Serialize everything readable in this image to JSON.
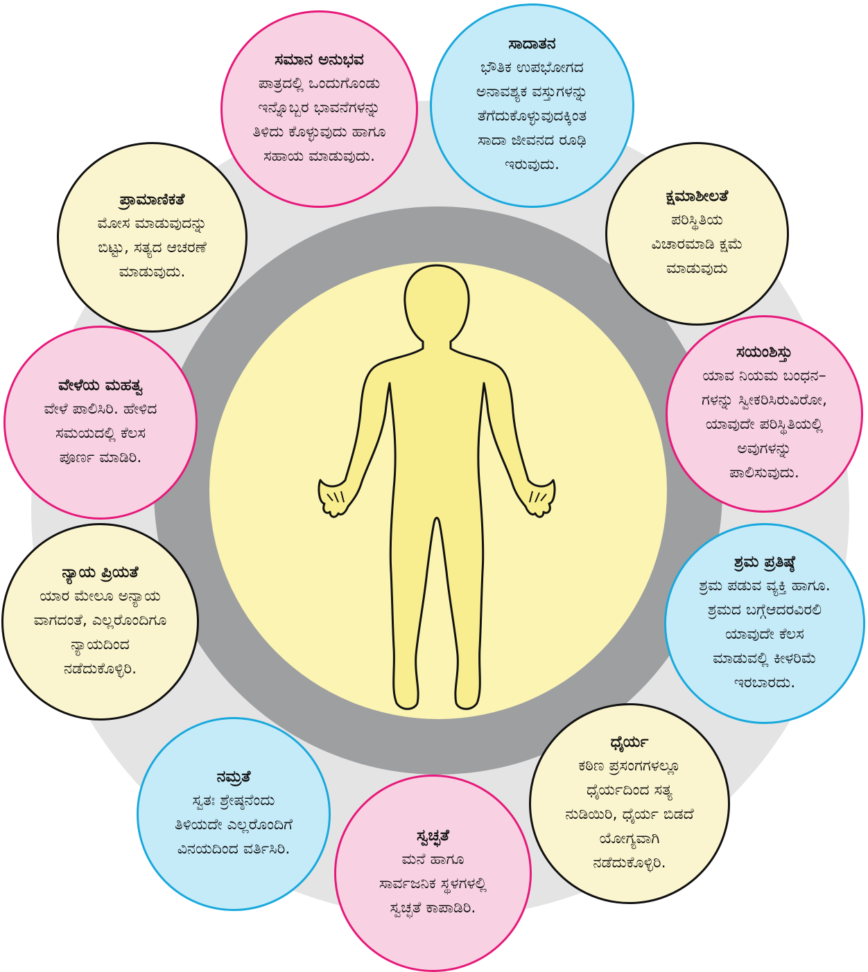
{
  "colors": {
    "pink_fill": "#f8d2e3",
    "pink_border": "#e6197a",
    "blue_fill": "#c5ebf9",
    "blue_border": "#19a8dc",
    "yellow_fill": "#fbf5cf",
    "yellow_border": "#111111",
    "center_fill": "#fbf4b3",
    "figure_fill": "#f8ee8f"
  },
  "values": [
    {
      "id": "samana-anubhava",
      "title": "ಸಮಾನ ಅನುಭವ",
      "lines": [
        "ಪಾತ್ರದಲ್ಲಿ ಒಂದುಗೊಂಡು",
        "ಇನ್ನೊಬ್ಬರ ಭಾವನೆಗಳನ್ನು",
        "ತಿಳಿದು ಕೊಳ್ಳುವುದು ಹಾಗೂ",
        "ಸಹಾಯ ಮಾಡುವುದು."
      ]
    },
    {
      "id": "saadaatana",
      "title": "ಸಾದಾತನ",
      "lines": [
        "ಭೌತಿಕ ಉಪಭೋಗದ",
        "ಅನಾವಶ್ಯಕ ವಸ್ತುಗಳನ್ನು",
        "ತೆಗೆದುಕೊಳ್ಳುವುದಕ್ಕಿಂತ",
        "ಸಾದಾ ಜೀವನದ ರೂಢಿ",
        "ಇರುವುದು."
      ]
    },
    {
      "id": "kshamasheelate",
      "title": "ಕ್ಷಮಾಶೀಲತೆ",
      "lines": [
        "ಪರಿಸ್ಥಿತಿಯ",
        "ವಿಚಾರಮಾಡಿ ಕ್ಷಮೆ",
        "ಮಾಡುವುದು"
      ]
    },
    {
      "id": "sayamshistu",
      "title": "ಸಯಂಶಿಸ್ತು",
      "lines": [
        "ಯಾವ ನಿಯಮ ಬಂಧನ–",
        "ಗಳನ್ನು ಸ್ವೀಕರಿಸಿರುವಿರೋ,",
        "ಯಾವುದೇ ಪರಿಸ್ಥಿತಿಯಲ್ಲಿ",
        "ಅವುಗಳನ್ನು",
        "ಪಾಲಿಸುವುದು."
      ]
    },
    {
      "id": "shrama-pratishthe",
      "title": "ಶ್ರಮ ಪ್ರತಿಷ್ಠೆ",
      "lines": [
        "ಶ್ರಮ ಪಡುವ ವ್ಯಕ್ತಿ ಹಾಗೂ.",
        "ಶ್ರಮದ ಬಗ್ಗೆಆದರವಿರಲಿ",
        "ಯಾವುದೇ ಕೆಲಸ",
        "ಮಾಡುವಲ್ಲಿ ಕೀಳರಿಮೆ",
        "ಇರಬಾರದು."
      ]
    },
    {
      "id": "dhairya",
      "title": "ಧೈರ್ಯ",
      "lines": [
        "ಕಠಿಣ ಪ್ರಸಂಗಗಳಲ್ಲೂ",
        "ಧೈರ್ಯದಿಂದ ಸತ್ಯ",
        "ನುಡಿಯಿರಿ, ಧೈರ್ಯ ಬಿಡದೆ",
        "ಯೋಗ್ಯವಾಗಿ",
        "ನಡೆದುಕೊಳ್ಳಿರಿ."
      ]
    },
    {
      "id": "swachchate",
      "title": "ಸ್ವಚ್ಛತೆ",
      "lines": [
        "ಮನೆ ಹಾಗೂ",
        "ಸಾರ್ವಜನಿಕ ಸ್ಥಳಗಳಲ್ಲಿ",
        "ಸ್ವಚ್ಛತೆ ಕಾಪಾಡಿರಿ."
      ]
    },
    {
      "id": "namrate",
      "title": "ನಮ್ರತೆ",
      "lines": [
        "ಸ್ವತಃ ಶ್ರೇಷ್ಠನೆಂದು",
        "ತಿಳಿಯದೇ ಎಲ್ಲರೊಂದಿಗೆ",
        "ವಿನಯದಿಂದ ವರ್ತಿಸಿರಿ."
      ]
    },
    {
      "id": "nyaaya-priyate",
      "title": "ನ್ಯಾಯ ಪ್ರಿಯತೆ",
      "lines": [
        "ಯಾರ ಮೇಲೂ ಅನ್ಯಾಯ",
        "ವಾಗದಂತೆ, ಎಲ್ಲರೊಂದಿಗೂ",
        "ನ್ಯಾಯದಿಂದ",
        "ನಡೆದುಕೊಳ್ಳಿರಿ."
      ]
    },
    {
      "id": "velegeya-mahatva",
      "title": "ವೇಳೆಯ ಮಹತ್ವ",
      "lines": [
        "ವೇಳೆ ಪಾಲಿಸಿರಿ. ಹೇಳಿದ",
        "ಸಮಯದಲ್ಲಿ ಕೆಲಸ",
        "ಪೂರ್ಣ ಮಾಡಿರಿ."
      ]
    },
    {
      "id": "pramanikate",
      "title": "ಪ್ರಾಮಾಣಿಕತೆ",
      "lines": [
        "ಮೋಸ ಮಾಡುವುದನ್ನು",
        "ಬಿಟ್ಟು, ಸತ್ಯದ ಆಚರಣೆ",
        "ಮಾಡುವುದು."
      ]
    }
  ]
}
